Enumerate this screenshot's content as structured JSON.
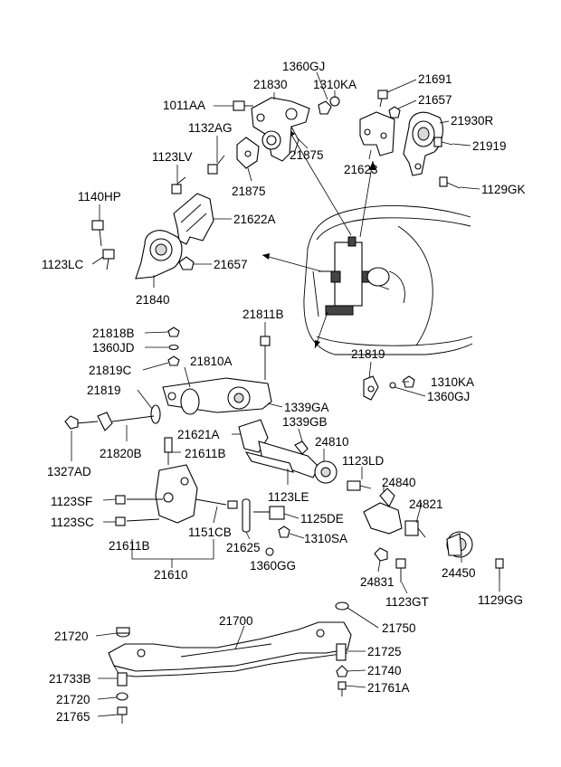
{
  "labels": [
    {
      "id": "1360GJ_a",
      "text": "1360GJ"
    },
    {
      "id": "21830",
      "text": "21830"
    },
    {
      "id": "1310KA_a",
      "text": "1310KA"
    },
    {
      "id": "21691",
      "text": "21691"
    },
    {
      "id": "1011AA",
      "text": "1011AA"
    },
    {
      "id": "21657_a",
      "text": "21657"
    },
    {
      "id": "21930R",
      "text": "21930R"
    },
    {
      "id": "1132AG",
      "text": "1132AG"
    },
    {
      "id": "21919",
      "text": "21919"
    },
    {
      "id": "21875_a",
      "text": "21875"
    },
    {
      "id": "1123LV",
      "text": "1123LV"
    },
    {
      "id": "21623",
      "text": "21623"
    },
    {
      "id": "21875_b",
      "text": "21875"
    },
    {
      "id": "1129GK",
      "text": "1129GK"
    },
    {
      "id": "1140HP",
      "text": "1140HP"
    },
    {
      "id": "21622A",
      "text": "21622A"
    },
    {
      "id": "1123LC",
      "text": "1123LC"
    },
    {
      "id": "21657_b",
      "text": "21657"
    },
    {
      "id": "21840",
      "text": "21840"
    },
    {
      "id": "21811B",
      "text": "21811B"
    },
    {
      "id": "21818B",
      "text": "21818B"
    },
    {
      "id": "1360JD",
      "text": "1360JD"
    },
    {
      "id": "21810A",
      "text": "21810A"
    },
    {
      "id": "21819_a",
      "text": "21819"
    },
    {
      "id": "21819C",
      "text": "21819C"
    },
    {
      "id": "1310KA_b",
      "text": "1310KA"
    },
    {
      "id": "21819_b",
      "text": "21819"
    },
    {
      "id": "1360GJ_b",
      "text": "1360GJ"
    },
    {
      "id": "1339GA",
      "text": "1339GA"
    },
    {
      "id": "1339GB",
      "text": "1339GB"
    },
    {
      "id": "21621A",
      "text": "21621A"
    },
    {
      "id": "24810",
      "text": "24810"
    },
    {
      "id": "21820B",
      "text": "21820B"
    },
    {
      "id": "21611B_a",
      "text": "21611B"
    },
    {
      "id": "1123LD",
      "text": "1123LD"
    },
    {
      "id": "1327AD",
      "text": "1327AD"
    },
    {
      "id": "24840",
      "text": "24840"
    },
    {
      "id": "1123LE",
      "text": "1123LE"
    },
    {
      "id": "24821",
      "text": "24821"
    },
    {
      "id": "1123SF",
      "text": "1123SF"
    },
    {
      "id": "1125DE",
      "text": "1125DE"
    },
    {
      "id": "1123SC",
      "text": "1123SC"
    },
    {
      "id": "1151CB",
      "text": "1151CB"
    },
    {
      "id": "1310SA",
      "text": "1310SA"
    },
    {
      "id": "21611B_b",
      "text": "21611B"
    },
    {
      "id": "21625",
      "text": "21625"
    },
    {
      "id": "24450",
      "text": "24450"
    },
    {
      "id": "1360GG",
      "text": "1360GG"
    },
    {
      "id": "24831",
      "text": "24831"
    },
    {
      "id": "21610",
      "text": "21610"
    },
    {
      "id": "1129GG",
      "text": "1129GG"
    },
    {
      "id": "1123GT",
      "text": "1123GT"
    },
    {
      "id": "21700",
      "text": "21700"
    },
    {
      "id": "21750",
      "text": "21750"
    },
    {
      "id": "21720_a",
      "text": "21720"
    },
    {
      "id": "21725",
      "text": "21725"
    },
    {
      "id": "21733B",
      "text": "21733B"
    },
    {
      "id": "21740",
      "text": "21740"
    },
    {
      "id": "21720_b",
      "text": "21720"
    },
    {
      "id": "21761A",
      "text": "21761A"
    },
    {
      "id": "21765",
      "text": "21765"
    }
  ]
}
